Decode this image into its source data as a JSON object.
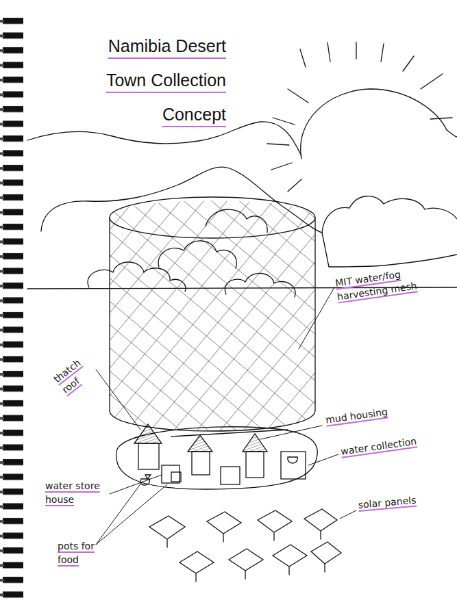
{
  "diagram": {
    "title": "Namibia Desert Town Collection Concept",
    "labels": [
      "MIT water/fog harvesting mesh",
      "thatch roof",
      "mud housing",
      "water collection",
      "water store house",
      "pots for food",
      "solar panels"
    ]
  }
}
